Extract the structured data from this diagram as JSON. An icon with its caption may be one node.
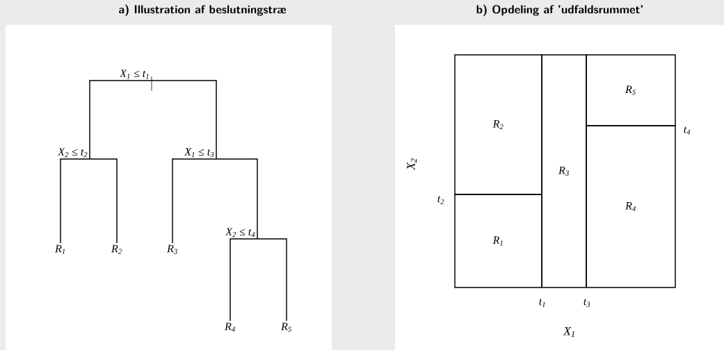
{
  "diagram": {
    "nodes": [
      {
        "text": [
          "X$_{1}$ ≤ t$_{1}$"
        ]
      },
      {
        "text": [
          "X$_{2}$ ≤ t$_{2}$"
        ]
      },
      {
        "text": [
          "X$_{1}$ ≤ t$_{3}$"
        ]
      },
      {
        "text": [
          "R$_{1}$"
        ]
      },
      {
        "text": [
          "R$_{2}$"
        ]
      },
      {
        "text": [
          "R$_{3}$"
        ]
      },
      {
        "text": [
          "X$_{2}$ ≤ t$_{4}$"
        ]
      },
      {
        "text": [
          "R$_{4}$"
        ]
      },
      {
        "text": [
          "R$_{5}$"
        ]
      },
      {
        "text": [
          "R$_{1}$"
        ]
      },
      {
        "text": [
          "R$_{2}$"
        ]
      },
      {
        "text": [
          "R$_{3}$"
        ]
      },
      {
        "text": [
          "R$_{4}$"
        ]
      },
      {
        "text": [
          "R$_{5}$"
        ]
      }
    ],
    "edges": [
      {
        "from": 0,
        "to": 1,
        "arrow": "none"
      },
      {
        "from": 0,
        "to": 2,
        "arrow": "none"
      },
      {
        "from": 1,
        "to": 3,
        "arrow": "none"
      },
      {
        "from": 1,
        "to": 4,
        "arrow": "none"
      },
      {
        "from": 2,
        "to": 5,
        "arrow": "none"
      },
      {
        "from": 2,
        "to": 6,
        "arrow": "none"
      },
      {
        "from": 6,
        "to": 7,
        "arrow": "none"
      },
      {
        "from": 6,
        "to": 8,
        "arrow": "none"
      }
    ],
    "labels": [
      "a) Illustration af beslutningstræ",
      "b) Opdeling af ’udfaldsrummet’",
      "t$_{4}$",
      "X$_{2}$",
      "t$_{2}$",
      "t$_{1}$",
      "t$_{3}$",
      "X$_{1}$"
    ]
  }
}
